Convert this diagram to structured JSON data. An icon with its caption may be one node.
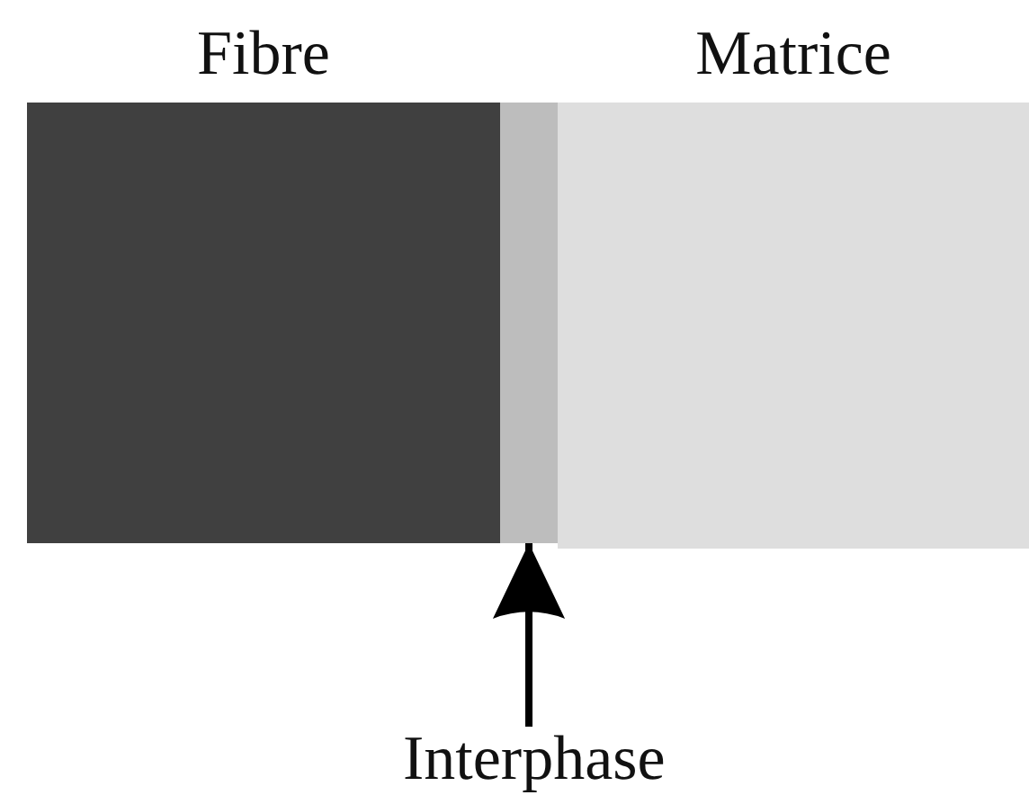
{
  "diagram": {
    "nodes": [
      {
        "text": [
          "Fibre"
        ]
      },
      {
        "text": [],
        "shape": "bar"
      },
      {
        "text": [
          "Matrice"
        ]
      },
      {
        "text": [
          "Interphase"
        ]
      }
    ],
    "edges": [
      {
        "from": 3,
        "to": 1,
        "arrow": "to"
      }
    ]
  }
}
